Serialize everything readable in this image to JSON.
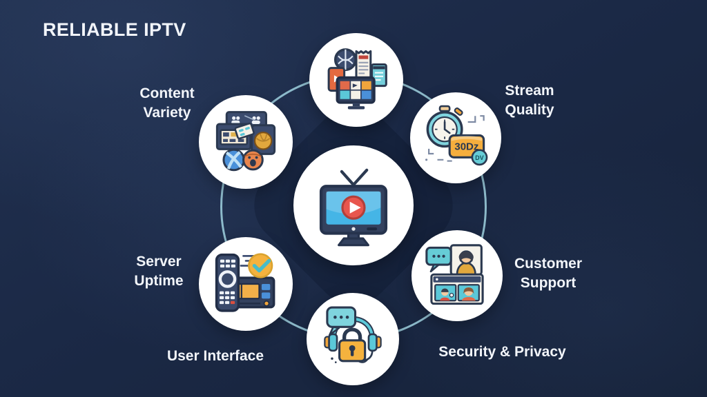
{
  "title": "RELIABLE IPTV",
  "diagram": {
    "labels": {
      "content_variety": "Content\nVariety",
      "stream_quality": "Stream\nQuality",
      "server_uptime": "Server\nUptime",
      "customer_support": "Customer\nSupport",
      "user_interface": "User Interface",
      "security_privacy": "Security & Privacy"
    },
    "badges": {
      "rate": "30Dz",
      "format": "DV"
    },
    "icons": {
      "center": "tv-play-icon",
      "top": "media-collection-icon",
      "top_left": "content-screens-sports-icon",
      "top_right": "stopwatch-bitrate-icon",
      "mid_left": "remote-receiver-check-icon",
      "mid_right": "video-call-support-icon",
      "bottom": "headset-padlock-chat-icon"
    },
    "colors": {
      "background": "#1b2946",
      "ring": "#a0d2e0",
      "node_bg": "#ffffff",
      "text": "#f2f5fa",
      "outline_navy": "#2b3950",
      "accent_teal": "#5bc8d8",
      "accent_orange": "#f5b23e",
      "accent_red": "#e8564e",
      "accent_blue": "#4a90d9"
    }
  }
}
